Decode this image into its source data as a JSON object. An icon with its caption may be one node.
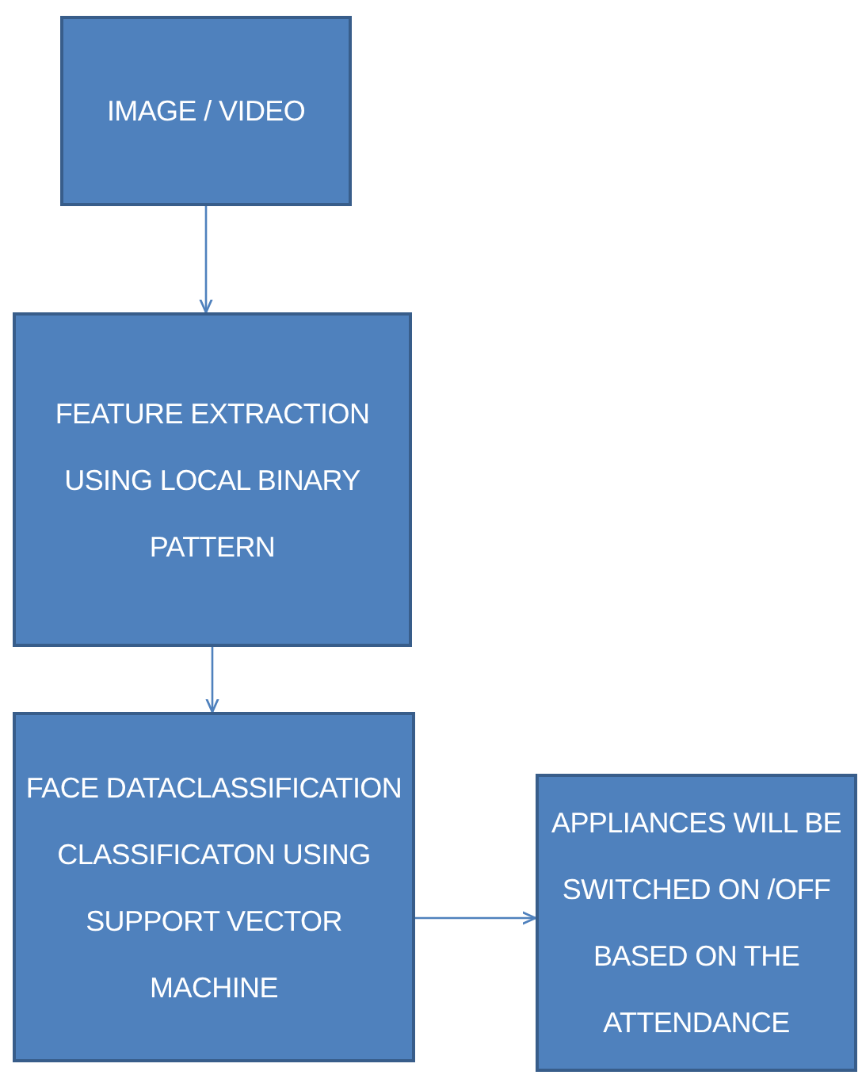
{
  "diagram": {
    "nodes": [
      {
        "text": [
          "IMAGE / VIDEO"
        ]
      },
      {
        "text": [
          "FEATURE EXTRACTION USING LOCAL BINARY PATTERN"
        ]
      },
      {
        "text": [
          "FACE DATACLASSIFICATION CLASSIFICATON USING SUPPORT VECTOR MACHINE"
        ]
      },
      {
        "text": [
          "APPLIANCES WILL BE SWITCHED ON /OFF BASED ON THE ATTENDANCE"
        ]
      }
    ],
    "edges": [
      {
        "from": 0,
        "to": 1,
        "arrow": "to"
      },
      {
        "from": 1,
        "to": 2,
        "arrow": "to"
      },
      {
        "from": 2,
        "to": 3,
        "arrow": "to"
      }
    ]
  }
}
